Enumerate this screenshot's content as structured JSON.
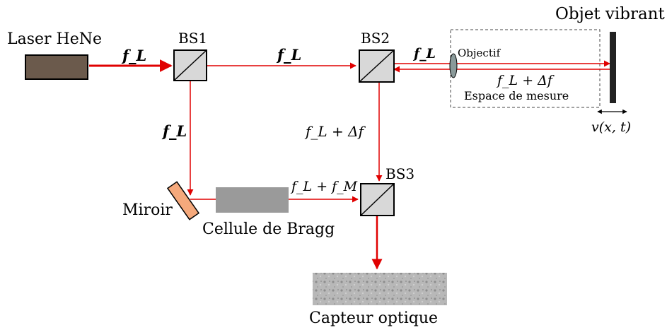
{
  "colors": {
    "beam": "#e00000",
    "laser_body": "#6b5a4c",
    "bragg_cell": "#9a9a9a",
    "mirror": "#f5a97c",
    "splitter_fill": "#d8d8d8",
    "target": "#222222",
    "lens": "#8a9a9a"
  },
  "labels": {
    "laser": "Laser HeNe",
    "bs1": "BS1",
    "bs2": "BS2",
    "bs3": "BS3",
    "target": "Objet vibrant",
    "objective": "Objectif",
    "measure_space": "Espace de mesure",
    "mirror": "Miroir",
    "bragg": "Cellule de Bragg",
    "sensor": "Capteur optique"
  },
  "beams": {
    "laser_out": "f_L",
    "bs1_bs2": "f_L",
    "bs2_obj": "f_L",
    "return": "f_L + Δf",
    "bs1_down": "f_L",
    "bs2_down": "f_L + Δf",
    "bragg_out": "f_L + f_M"
  },
  "velocity": "v(x, t)"
}
